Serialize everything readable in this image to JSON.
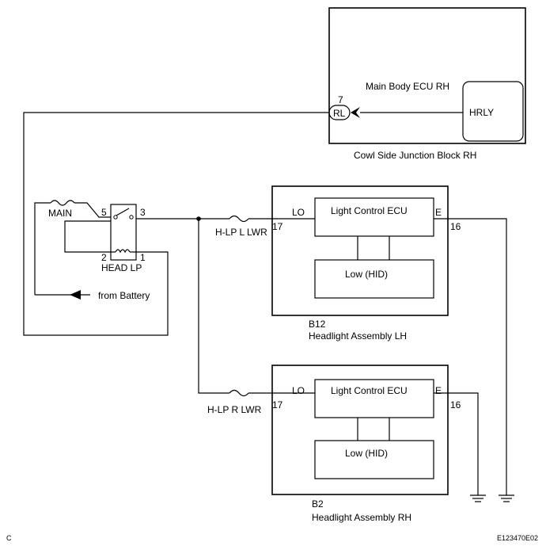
{
  "corner_left": "C",
  "corner_right": "E123470E02",
  "junction_block": {
    "ecu_label": "Main Body ECU RH",
    "relay_label": "HRLY",
    "connector_label": "RL",
    "connector_pin": "7",
    "block_label": "Cowl Side Junction Block RH"
  },
  "fuses": {
    "main": "MAIN",
    "lh": "H-LP L LWR",
    "rh": "H-LP R LWR"
  },
  "relay": {
    "label": "HEAD LP",
    "pin5": "5",
    "pin3": "3",
    "pin2": "2",
    "pin1": "1"
  },
  "battery_label": "from Battery",
  "headlight_lh": {
    "code": "B12",
    "name": "Headlight Assembly LH",
    "ecu": "Light Control ECU",
    "lamp": "Low (HID)",
    "term_lo": "LO",
    "term_e": "E",
    "pin_lo": "17",
    "pin_e": "16"
  },
  "headlight_rh": {
    "code": "B2",
    "name": "Headlight Assembly RH",
    "ecu": "Light Control ECU",
    "lamp": "Low (HID)",
    "term_lo": "LO",
    "term_e": "E",
    "pin_lo": "17",
    "pin_e": "16"
  }
}
